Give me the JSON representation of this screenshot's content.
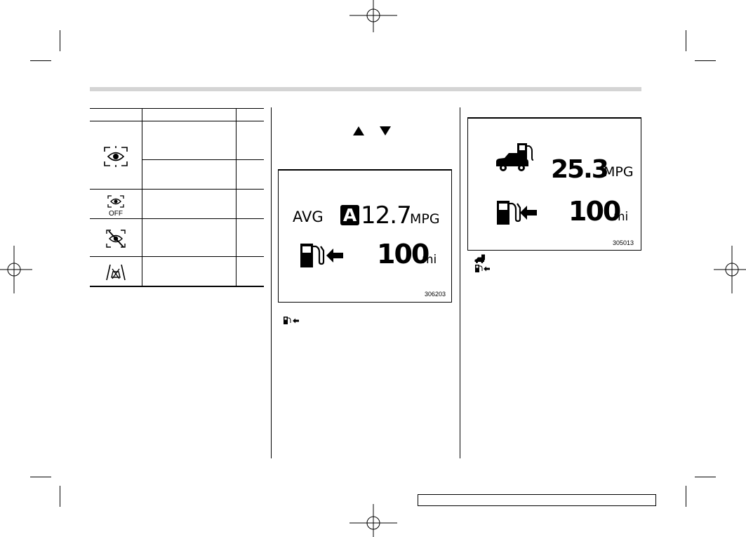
{
  "display_avg": {
    "avg_label": "AVG",
    "mode_badge": "A",
    "mpg_value": "12.7",
    "mpg_unit": "MPG",
    "range_value": "100",
    "range_unit": "mi",
    "figure_number": "306203"
  },
  "display_current": {
    "mpg_value": "25.3",
    "mpg_unit": "MPG",
    "range_value": "100",
    "range_unit": "mi",
    "figure_number": "305013"
  },
  "table": {
    "rows": [
      {
        "icon": "eyesight-camera-icon"
      },
      {
        "icon": "eyesight-off-icon",
        "icon_text": "OFF"
      },
      {
        "icon": "eyesight-disabled-icon"
      },
      {
        "icon": "lane-departure-icon"
      }
    ]
  },
  "arrows": {
    "up": "up-triangle-icon",
    "down": "down-triangle-icon"
  },
  "colors": {
    "header_bar": "#d4d4d4",
    "ink": "#000000"
  }
}
